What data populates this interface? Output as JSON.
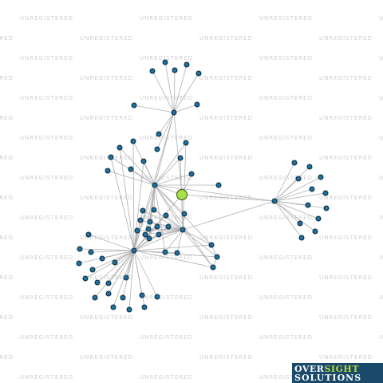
{
  "watermark_text": "UNREGISTERED",
  "logo": {
    "line1_white": "OVER",
    "line1_green": "SIGHT",
    "line2": "SOLUTIONS",
    "bg_color": "#1a4a6a",
    "accent_color": "#b6d836"
  },
  "colors": {
    "edge": "#b0b0b0",
    "node_fill": "#1f6f9f",
    "node_stroke": "#0a2a3a",
    "focus_node_fill": "#a6e04b",
    "focus_node_stroke": "#355010",
    "watermark": "#d0d0d0"
  }
}
